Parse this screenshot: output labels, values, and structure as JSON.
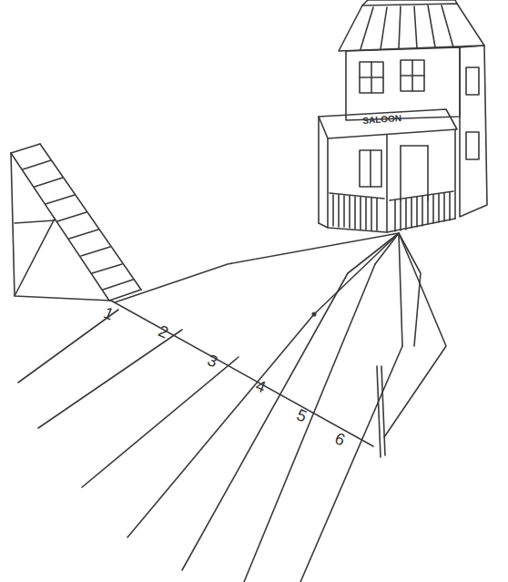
{
  "diagram": {
    "labels": [
      "SALOON",
      "1",
      "2",
      "3",
      "4",
      "5",
      "6"
    ]
  }
}
